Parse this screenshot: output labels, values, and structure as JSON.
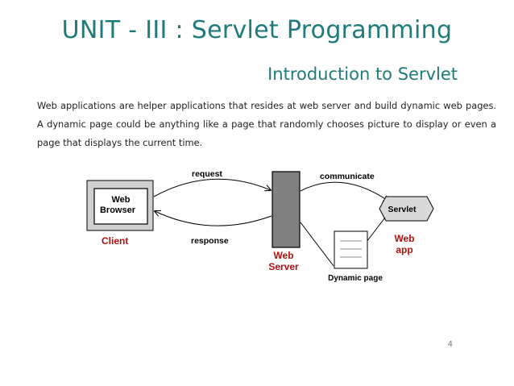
{
  "slide": {
    "title": "UNIT - III : Servlet Programming",
    "subtitle": "Introduction to Servlet",
    "paragraph": "Web applications are helper applications that resides at web server and build dynamic web pages. A dynamic page could be anything like a page that randomly chooses picture to display or even a page that displays the current time.",
    "page_number": "4"
  },
  "diagram": {
    "browser_line1": "Web",
    "browser_line2": "Browser",
    "client_label": "Client",
    "request_label": "request",
    "response_label": "response",
    "web_server_line1": "Web",
    "web_server_line2": "Server",
    "communicate_label": "communicate",
    "servlet_label": "Servlet",
    "web_app_line1": "Web",
    "web_app_line2": "app",
    "dynamic_page_label": "Dynamic page",
    "colors": {
      "title": "#1f7a7a",
      "accent_red": "#b01010",
      "server_fill": "#808080",
      "servlet_fill": "#d9d9d9"
    }
  }
}
